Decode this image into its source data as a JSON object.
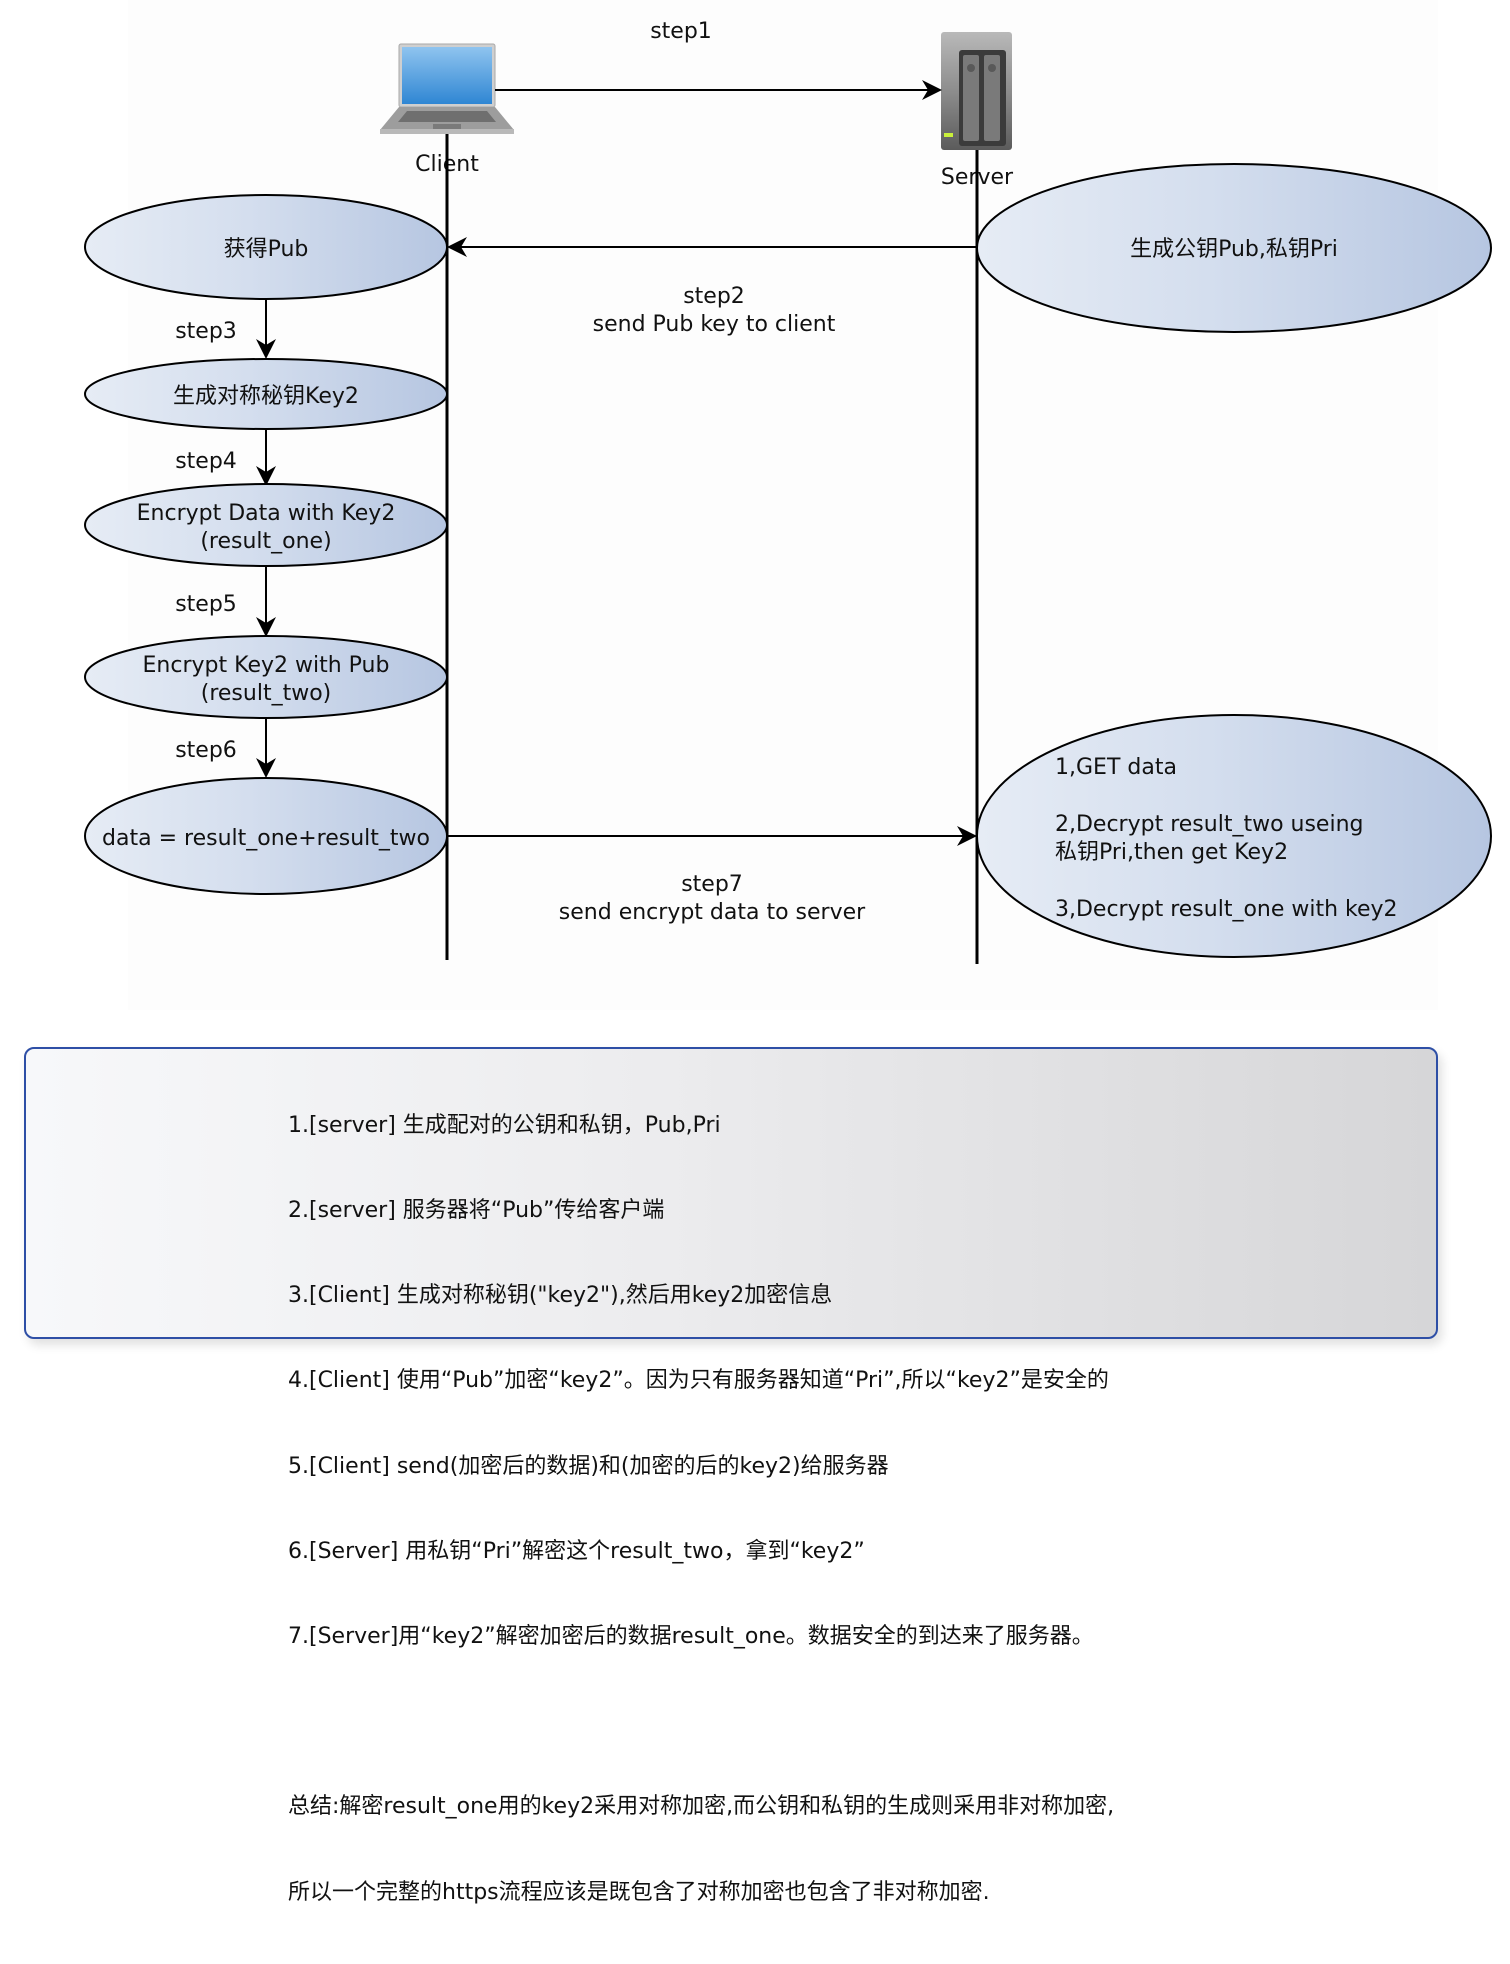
{
  "actors": {
    "client": {
      "label": "Client",
      "icon": "laptop-icon"
    },
    "server": {
      "label": "Server",
      "icon": "server-icon"
    }
  },
  "messages": {
    "step1": {
      "label": "step1"
    },
    "step2": {
      "label": "step2",
      "sublabel": "send Pub key to client"
    },
    "step7": {
      "label": "step7",
      "sublabel": "send encrypt data to server"
    }
  },
  "client_nodes": [
    {
      "lines": [
        "获得Pub"
      ]
    },
    {
      "lines": [
        "生成对称秘钥Key2"
      ]
    },
    {
      "lines": [
        "Encrypt Data with Key2",
        "(result_one)"
      ]
    },
    {
      "lines": [
        "Encrypt Key2 with Pub",
        "(result_two)"
      ]
    },
    {
      "lines": [
        "data = result_one+result_two"
      ]
    }
  ],
  "client_steps": [
    "step3",
    "step4",
    "step5",
    "step6"
  ],
  "server_nodes": {
    "generate": {
      "lines": [
        "生成公钥Pub,私钥Pri"
      ]
    },
    "process": {
      "lines": [
        "1,GET data",
        "",
        "2,Decrypt result_two useing",
        "私钥Pri,then get Key2",
        "",
        "3,Decrypt result_one with key2"
      ]
    }
  },
  "summary": {
    "items": [
      "1.[server] 生成配对的公钥和私钥，Pub,Pri",
      "2.[server] 服务器将“Pub”传给客户端",
      "3.[Client] 生成对称秘钥(\"key2\"),然后用key2加密信息",
      "4.[Client] 使用“Pub”加密“key2”。因为只有服务器知道“Pri”,所以“key2”是安全的",
      "5.[Client] send(加密后的数据)和(加密的后的key2)给服务器",
      "6.[Server] 用私钥“Pri”解密这个result_two，拿到“key2”",
      "7.[Server]用“key2”解密加密后的数据result_one。数据安全的到达来了服务器。"
    ],
    "conclusion": [
      "总结:解密result_one用的key2采用对称加密,而公钥和私钥的生成则采用非对称加密,",
      "所以一个完整的https流程应该是既包含了对称加密也包含了非对称加密."
    ]
  },
  "colors": {
    "node_fill_light": "#dfe7f3",
    "node_fill_dark": "#b7c7e2",
    "line": "#000000",
    "box_border": "#2e4fa6"
  }
}
